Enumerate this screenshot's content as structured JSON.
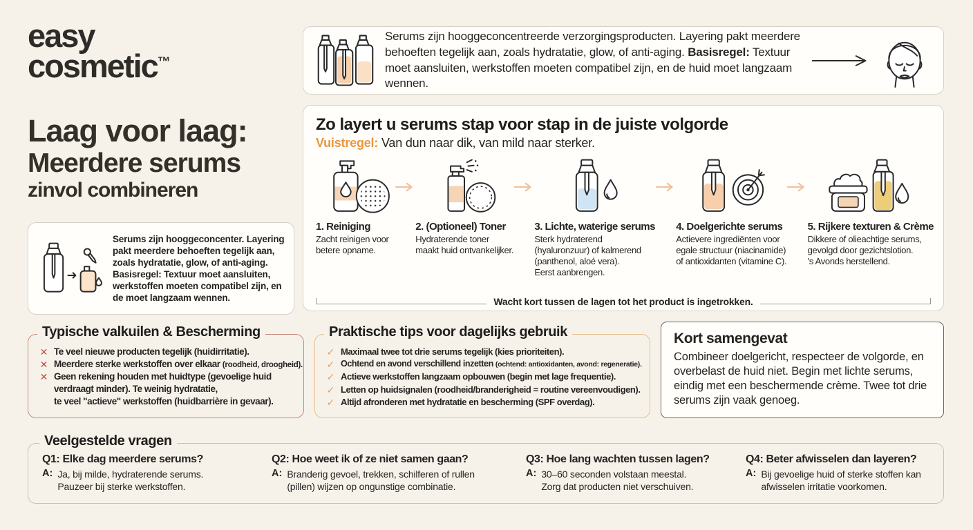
{
  "colors": {
    "background": "#f6f2ea",
    "box_background": "#fffefb",
    "text_dark": "#262422",
    "accent_orange": "#e8973e",
    "arrow_peach": "#f2c09a",
    "check_tan": "#dfa268",
    "x_red": "#c14f44",
    "pitfalls_border": "#c8897e",
    "tips_border": "#e5bf8f",
    "summary_border": "#6a675f",
    "peach_fill": "#f6d4b6",
    "blue_fill": "#cfe4f4",
    "yellow_fill": "#eecd78"
  },
  "brand": {
    "name_line1": "easy",
    "name_line2": "cosmetic",
    "trademark": "™"
  },
  "page_title": {
    "line1": "Laag voor laag:",
    "line2": "Meerdere serums",
    "line3": "zinvol combineren"
  },
  "intro_box": {
    "icon": "dropper-transfer-icon",
    "text": "Serums zijn hooggeconcenter. Layering pakt meerdere behoeften tegelijk aan, zoals hydratatie, glow, of anti-aging. Basisregel: Textuur moet aansluiten, werkstoffen moeten compatibel zijn, en de moet langzaam wennen."
  },
  "top_box": {
    "icon": "serum-bottles-icon",
    "text_before": "Serums zijn hooggeconcentreerde verzorgingsproducten. Layering pakt meerdere behoeften tegelijk aan, zoals hydratatie, glow, of anti-aging. ",
    "bold_label": "Basisregel:",
    "text_after": " Textuur moet aansluiten, werkstoffen moeten compatibel zijn, en de huid moet langzaam wennen.",
    "arrow_icon": "arrow-right-icon",
    "face_icon": "face-icon"
  },
  "steps_box": {
    "title": "Zo layert u serums stap voor stap in de juiste volgorde",
    "rule_label": "Vuistregel:",
    "rule_text": " Van dun naar dik, van mild naar sterker.",
    "arrow_icon": "step-arrow-icon",
    "steps": [
      {
        "icon": "cleanser-pump-icon",
        "title": "1. Reiniging",
        "desc": "Zacht reinigen voor\nbetere opname."
      },
      {
        "icon": "toner-spray-icon",
        "title": "2. (Optioneel) Toner",
        "desc": "Hydraterende toner\nmaakt huid ontvankelijker."
      },
      {
        "icon": "water-serum-dropper-icon",
        "title": "3. Lichte, waterige serums",
        "desc": "Sterk hydraterend\n(hyaluronzuur) of kalmerend\n(panthenol, aloé vera).\nEerst aanbrengen."
      },
      {
        "icon": "target-serum-dropper-icon",
        "title": "4. Doelgerichte serums",
        "desc": "Actievere ingrediënten voor\negale structuur (niacinamide)\nof antioxidanten (vitamine C)."
      },
      {
        "icon": "cream-jar-oil-icon",
        "title": "5. Rijkere texturen & Crème",
        "desc": "Dikkere of olieachtige serums,\ngevolgd door gezichtslotion.\n's Avonds herstellend."
      }
    ],
    "wait_note": "Wacht kort tussen de lagen tot het product is ingetrokken."
  },
  "pitfalls_box": {
    "title": "Typische valkuilen & Bescherming",
    "bullet_glyph": "✕",
    "items": [
      {
        "text": "Te veel nieuwe producten tegelijk (huidirritatie)."
      },
      {
        "text": "Meerdere sterke werkstoffen over elkaar ",
        "small": "(roodheid, droogheid)."
      },
      {
        "text": "Geen rekening houden met huidtype (gevoelige huid\nverdraagt minder). Te weinig hydratatie,\n te veel \"actieve\" werkstoffen (huidbarrière in gevaar)."
      }
    ]
  },
  "tips_box": {
    "title": "Praktische tips voor dagelijks gebruik",
    "bullet_glyph": "✓",
    "items": [
      {
        "text": "Maximaal twee tot drie serums tegelijk (kies prioriteiten)."
      },
      {
        "text": "Ochtend en avond verschillend inzetten ",
        "small": "(ochtend: antioxidanten, avond: regeneratie)."
      },
      {
        "text": "Actieve werkstoffen langzaam opbouwen (begin met lage frequentie)."
      },
      {
        "text": "Letten op huidsignalen (roodheid/branderigheid = routine vereenvoudigen)."
      },
      {
        "text": "Altijd afronderen met hydratatie en bescherming (SPF overdag)."
      }
    ]
  },
  "summary_box": {
    "title": "Kort samengevat",
    "text": "Combineer doelgericht, respecteer de volgorde, en overbelast de huid niet. Begin met lichte serums, eindig met een beschermende crème. Twee tot drie serums zijn vaak genoeg."
  },
  "faq_box": {
    "title": "Veelgestelde vragen",
    "answer_label": "A:",
    "items": [
      {
        "question": "Q1: Elke dag meerdere serums?",
        "answer": "Ja, bij milde, hydraterende serums.\nPauzeer bij sterke werkstoffen."
      },
      {
        "question": "Q2: Hoe weet ik of ze niet samen gaan?",
        "answer": "Branderig gevoel, trekken, schilferen of rullen\n(pillen) wijzen op ongunstige combinatie."
      },
      {
        "question": "Q3: Hoe lang wachten tussen lagen?",
        "answer": "30–60 seconden volstaan meestal.\nZorg dat producten niet verschuiven."
      },
      {
        "question": "Q4: Beter afwisselen dan layeren?",
        "answer": "Bij gevoelige huid of sterke stoffen kan\nafwisselen irritatie voorkomen."
      }
    ]
  }
}
